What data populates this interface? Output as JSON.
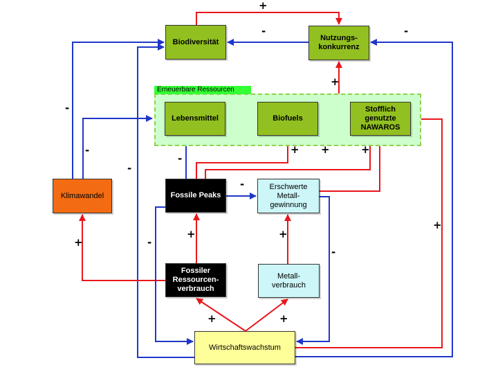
{
  "colors": {
    "positive_arrow": "#e8161b",
    "negative_arrow": "#1f36c8",
    "green_node": "#92c020",
    "black_node": "#000000",
    "cyan_node": "#ccf6f8",
    "orange_node": "#f36b12",
    "yellow_node": "#ffff99",
    "group_fill": "#ccffcc",
    "group_border": "#92d050",
    "group_label_bg": "#33ff33"
  },
  "group": {
    "label": "Erneuerbare Ressourcen"
  },
  "nodes": {
    "biodiversitaet": "Biodiversität",
    "nutzungskonkurrenz": "Nutzungs-\nkonkurrenz",
    "lebensmittel": "Lebensmittel",
    "biofuels": "Biofuels",
    "nawaros": "Stofflich\ngenutzte\nNAWAROS",
    "klimawandel": "Klimawandel",
    "fossile_peaks": "Fossile Peaks",
    "erschwerte_metallgewinnung": "Erschwerte\nMetall-\ngewinnung",
    "fossiler_ressourcenverbrauch": "Fossiler\nRessourcen-\nverbrauch",
    "metallverbrauch": "Metall-\nverbrauch",
    "wirtschaftswachstum": "Wirtschaftswachstum"
  },
  "link_signs": {
    "biodiv_to_nutzung": "+",
    "nutzung_to_biodiv": "-",
    "nutzung_from_wachstum": "-",
    "group_to_nutzung": "+",
    "klima_to_biodiv": "-",
    "klima_to_lebensmittel": "-",
    "wachstum_to_biodiv": "-",
    "peaks_to_lebensmittel": "-",
    "peaks_to_biofuels": "+",
    "peaks_to_nawaros": "+",
    "erschwert_to_nawaros": "+",
    "peaks_to_erschwert": "-",
    "fossil_to_peaks": "+",
    "fossil_to_klima": "+",
    "metall_to_erschwert": "+",
    "wachstum_to_fossil": "+",
    "wachstum_to_metall": "+",
    "peaks_to_wachstum": "-",
    "erschwert_to_wachstum": "-",
    "wachstum_to_nawaros": "+"
  }
}
